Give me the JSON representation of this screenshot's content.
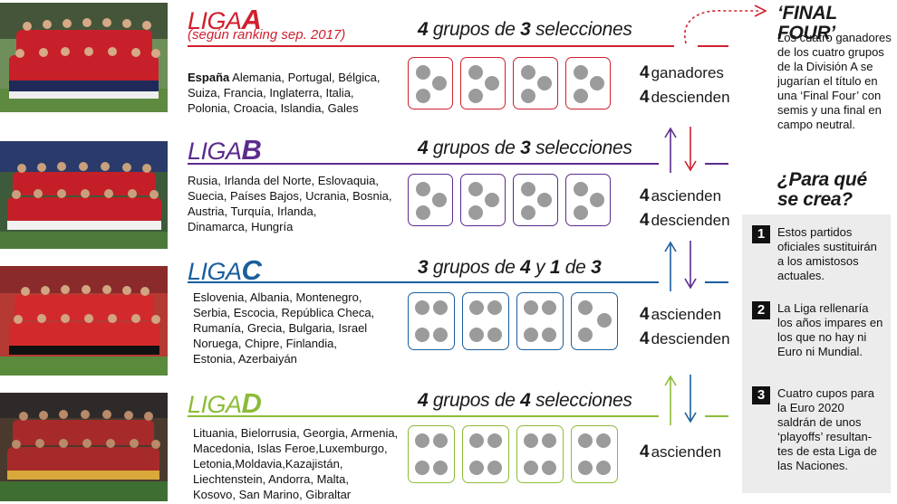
{
  "colors": {
    "a": "#d0202e",
    "b": "#5a2c8c",
    "c": "#1b5e9e",
    "d": "#8cbc38"
  },
  "photos": [
    {
      "label": "Spain national team photo"
    },
    {
      "label": "Turkey national team photo"
    },
    {
      "label": "Albania national team photo"
    },
    {
      "label": "Belgium national team photo"
    }
  ],
  "leagues": {
    "a": {
      "prefix": "LIGA",
      "letter": "A",
      "subtitle": "(según ranking sep. 2017)",
      "groups": {
        "n1": "4",
        "t1": " grupos de ",
        "n2": "3",
        "t2": " selecciones"
      },
      "lead": "España",
      "teams": " Alemania, Portugal, Bélgica,\nSuiza, Francia, Inglaterra, Italia,\nPolonia, Croacia, Islandia, Gales",
      "stat1": {
        "n": "4",
        "t": "ganadores"
      },
      "stat2": {
        "n": "4",
        "t": "descienden"
      }
    },
    "b": {
      "prefix": "LIGA",
      "letter": "B",
      "groups": {
        "n1": "4",
        "t1": " grupos de ",
        "n2": "3",
        "t2": " selecciones"
      },
      "teams": "Rusia, Irlanda del Norte, Eslovaquia,\nSuecia, Países Bajos, Ucrania, Bosnia,\nAustria, Turquía, Irlanda,\nDinamarca, Hungría",
      "stat1": {
        "n": "4",
        "t": "ascienden"
      },
      "stat2": {
        "n": "4",
        "t": "descienden"
      }
    },
    "c": {
      "prefix": "LIGA",
      "letter": "C",
      "groups": {
        "n1": "3",
        "t1": " grupos de ",
        "n2": "4",
        "t2": " y ",
        "n3": "1",
        "t3": " de ",
        "n4": "3"
      },
      "teams": "Eslovenia, Albania, Montenegro,\nSerbia, Escocia, República Checa,\nRumanía, Grecia, Bulgaria, Israel\nNoruega, Chipre, Finlandia,\nEstonia, Azerbaiyán",
      "stat1": {
        "n": "4",
        "t": "ascienden"
      },
      "stat2": {
        "n": "4",
        "t": "descienden"
      }
    },
    "d": {
      "prefix": "LIGA",
      "letter": "D",
      "groups": {
        "n1": "4",
        "t1": " grupos de ",
        "n2": "4",
        "t2": " selecciones"
      },
      "teams": "Lituania, Bielorrusia, Georgia, Armenia,\nMacedonia, Islas Feroe,Luxemburgo,\nLetonia,Moldavia,Kazajistán,\nLiechtenstein, Andorra, Malta,\nKosovo, San Marino, Gibraltar",
      "stat1": {
        "n": "4",
        "t": "ascienden"
      }
    }
  },
  "final_four": {
    "title": "‘FINAL FOUR’",
    "text": "Los cuatro ganadores\nde los cuatro grupos\nde la División A se\njugarían el título en\nuna ‘Final Four’ con\nsemis y una final en\ncampo neutral."
  },
  "why": {
    "title": "¿Para qué\nse crea?",
    "items": [
      {
        "num": "1",
        "text": "Estos partidos\noficiales sustituirán\na los amistosos\nactuales."
      },
      {
        "num": "2",
        "text": "La Liga rellenaría\nlos años impares en\nlos que no hay ni\nEuro ni Mundial."
      },
      {
        "num": "3",
        "text": "Cuatro cupos para\nla Euro 2020\nsaldrán de unos\n‘playoffs’ resultan-\ntes de esta Liga de\nlas Naciones."
      }
    ]
  }
}
